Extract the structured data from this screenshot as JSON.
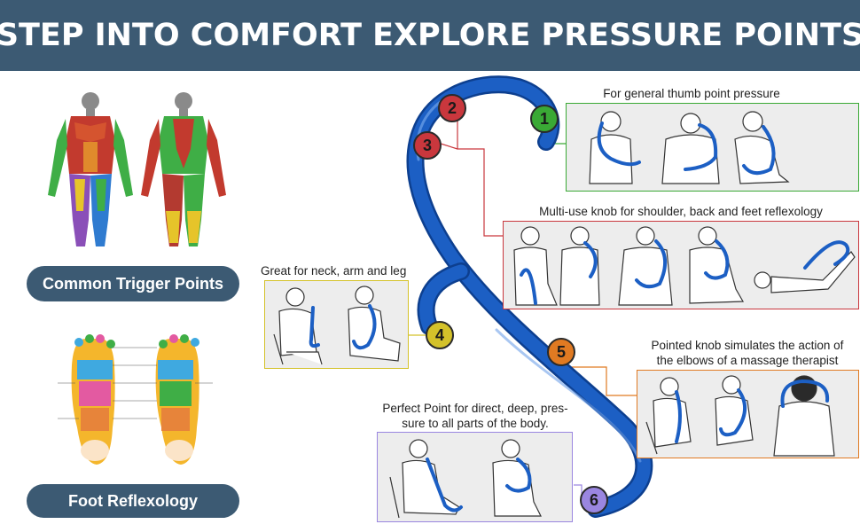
{
  "header": {
    "title": "STEP INTO COMFORT EXPLORE PRESSURE POINTS"
  },
  "left": {
    "trigger_label": "Common Trigger Points",
    "reflexology_label": "Foot Reflexology"
  },
  "points": [
    {
      "number": "1",
      "caption": "For general thumb point pressure",
      "color": "#3aa935"
    },
    {
      "number": "2",
      "caption": "",
      "color": "#c9373d"
    },
    {
      "number": "3",
      "caption": "Multi-use knob for shoulder, back and feet reflexology",
      "color": "#c9373d"
    },
    {
      "number": "4",
      "caption": "Great for neck, arm and leg",
      "color": "#d4c22a"
    },
    {
      "number": "5",
      "caption_line1": "Pointed knob simulates the action of",
      "caption_line2": "the elbows of a massage therapist",
      "color": "#e07a22"
    },
    {
      "number": "6",
      "caption_line1": "Perfect Point for direct, deep, pres-",
      "caption_line2": "sure to all parts of the body.",
      "color": "#9a86e0"
    }
  ],
  "colors": {
    "header_bg": "#3c5a73",
    "tool_blue": "#1c5fc4",
    "panel_bg": "#ededed"
  }
}
